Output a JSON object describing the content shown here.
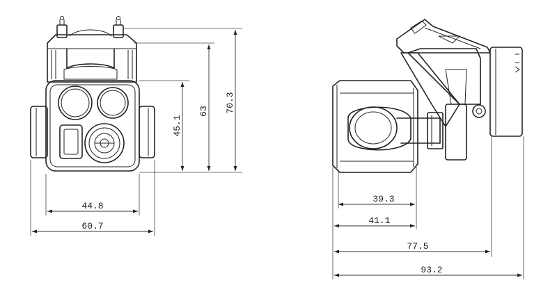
{
  "dimensions": {
    "front_width_inner": "44.8",
    "front_width_outer": "60.7",
    "front_height_lens": "45.1",
    "front_height_mid": "63",
    "front_height_total": "70.3",
    "side_depth_1": "39.3",
    "side_depth_2": "41.1",
    "side_depth_3": "77.5",
    "side_depth_total": "93.2"
  },
  "colors": {
    "line": "#222222",
    "background": "#ffffff"
  }
}
